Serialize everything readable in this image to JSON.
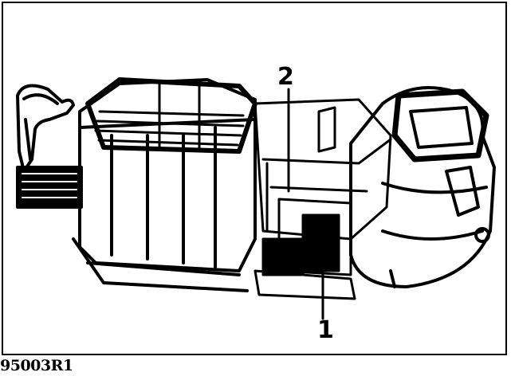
{
  "figure": {
    "reference_code": "95003R1",
    "callouts": [
      "2",
      "1"
    ]
  },
  "colors": {
    "ink": "#000000",
    "paper": "#ffffff"
  }
}
